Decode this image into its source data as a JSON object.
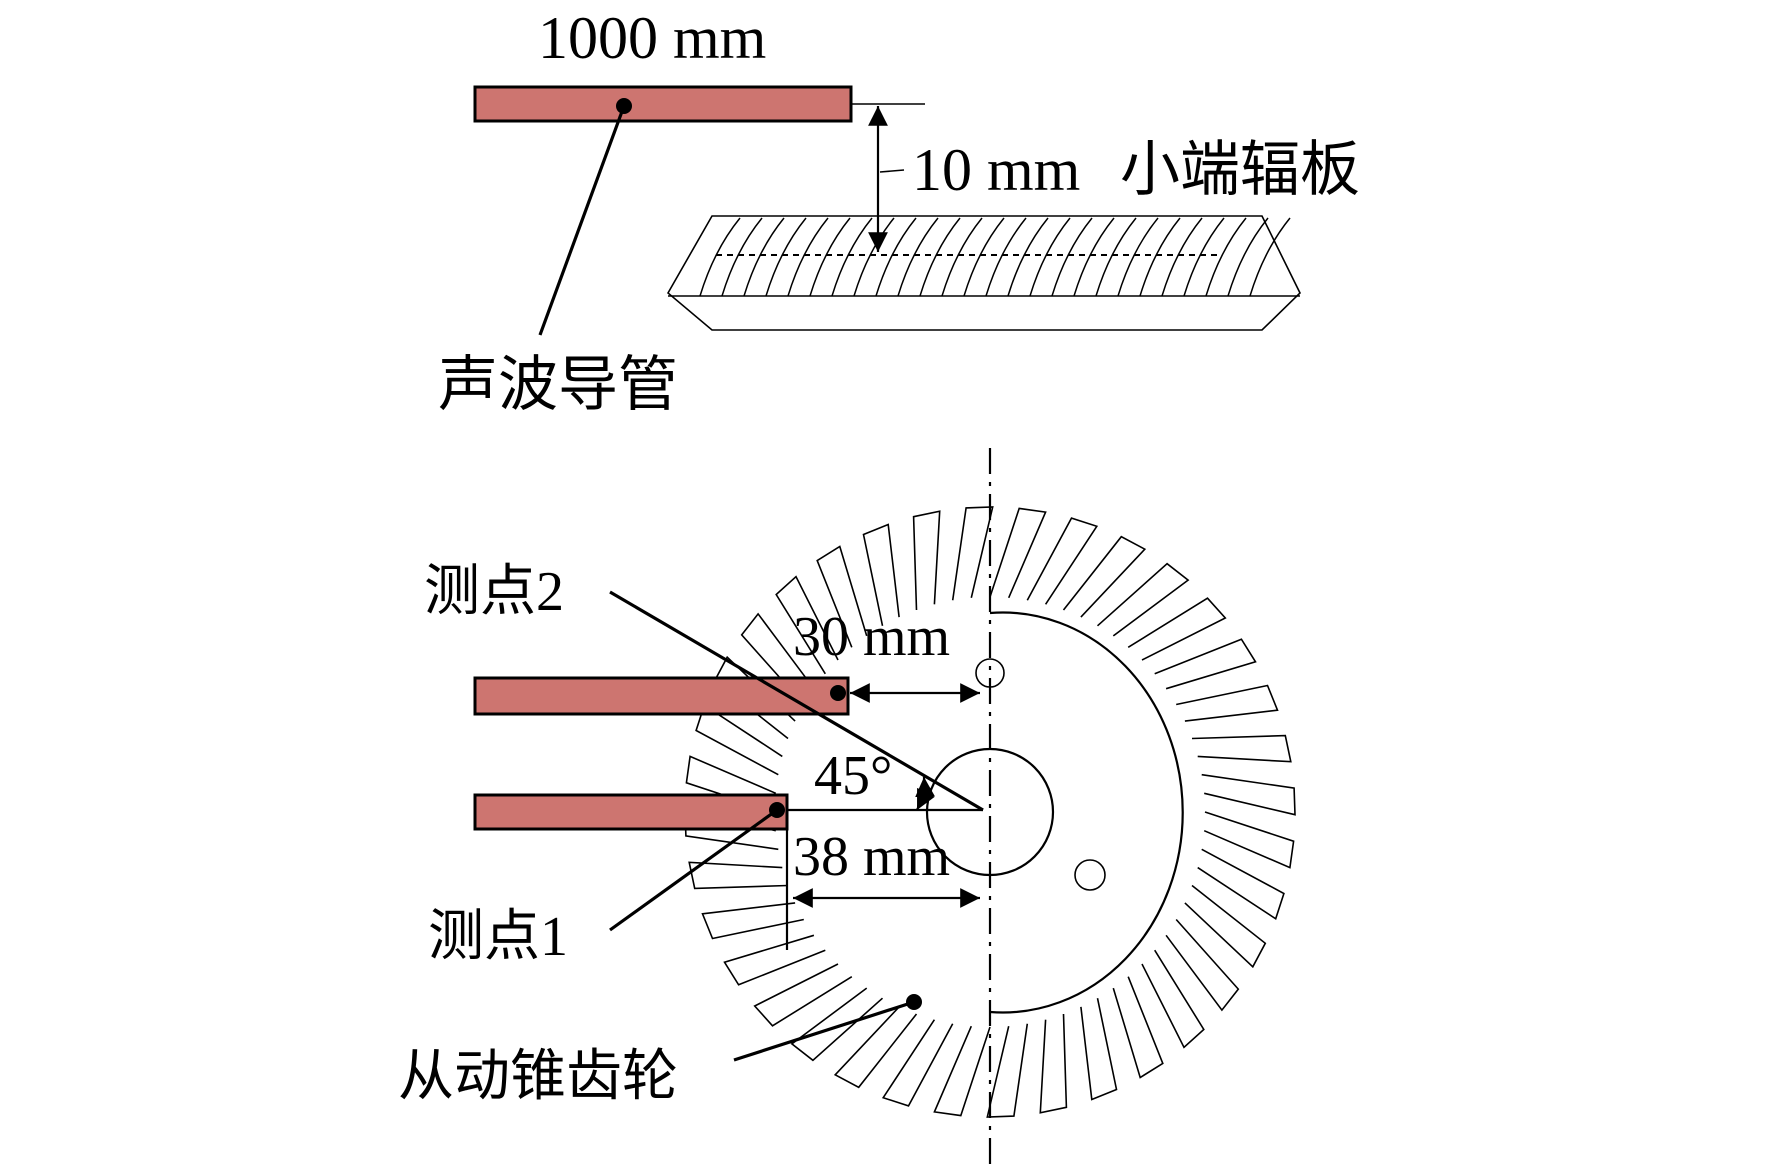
{
  "top_view": {
    "pipe_length_label": "1000 mm",
    "gap_label": "10 mm",
    "small_end_label": "小端辐板",
    "tube_label": "声波导管"
  },
  "front_view": {
    "point2_label": "测点2",
    "point1_label": "测点1",
    "dim_30_label": "30 mm",
    "dim_38_label": "38 mm",
    "angle_label": "45°",
    "gear_label": "从动锥齿轮",
    "tooth_count": 36
  },
  "colors": {
    "pipe_fill": "#cd7570",
    "line": "#000000"
  }
}
